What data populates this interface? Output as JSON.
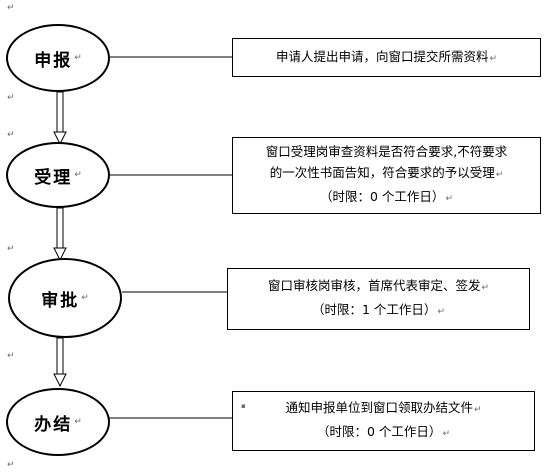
{
  "steps": [
    {
      "label": "申报",
      "desc": [
        "申请人提出申请，向窗口提交所需资料"
      ]
    },
    {
      "label": "受理",
      "desc": [
        "窗口受理岗审查资料是否符合要求,不符要求",
        "的一次性书面告知，符合要求的予以受理",
        "（时限：0 个工作日）"
      ]
    },
    {
      "label": "审批",
      "desc": [
        "窗口审核岗审核，首席代表审定、签发",
        "（时限：1 个工作日）"
      ]
    },
    {
      "label": "办结",
      "desc": [
        "通知申报单位到窗口领取办结文件",
        "（时限：0 个工作日）"
      ]
    }
  ],
  "paragraph_mark": "↵",
  "anchor_mark": "▪",
  "colors": {
    "line": "#000000",
    "mark": "#6b6b6b",
    "background": "#ffffff"
  }
}
